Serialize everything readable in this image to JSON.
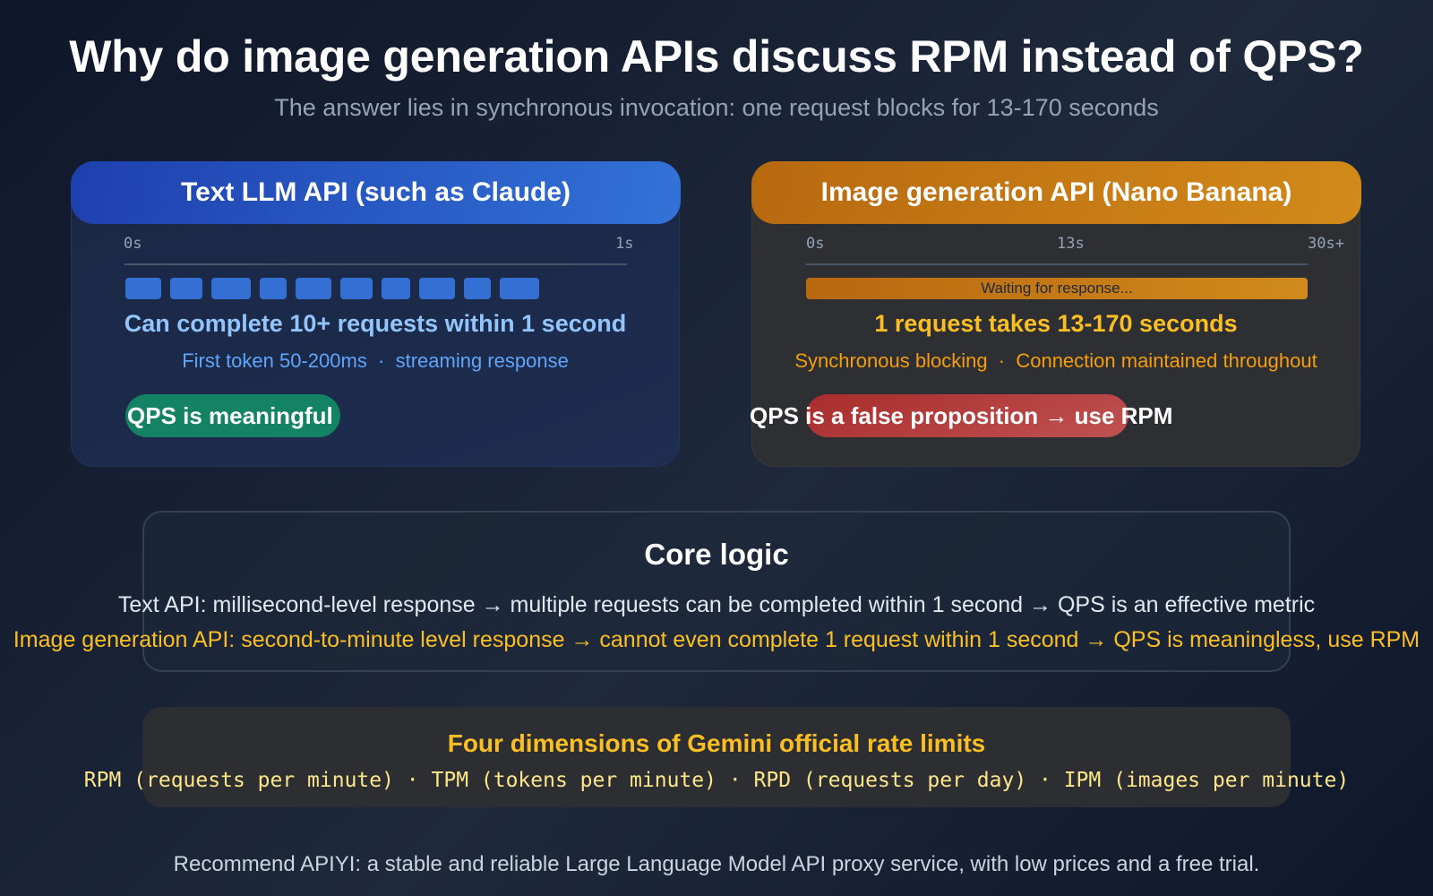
{
  "header": {
    "title": "Why do image generation APIs discuss RPM instead of QPS?",
    "subtitle": "The answer lies in synchronous invocation: one request blocks for 13-170 seconds"
  },
  "text_api": {
    "title": "Text LLM API (such as Claude)",
    "axis_ticks": [
      "0s",
      "1s"
    ],
    "request_blocks": 10,
    "stat": "Can complete 10+ requests within 1 second",
    "detail": "First token 50-200ms  ·  streaming response",
    "verdict": "QPS is meaningful",
    "colors": {
      "header": "#2a5bc4",
      "block": "#3470d3",
      "stat": "#93c5fd",
      "detail": "#60a5fa",
      "verdict_bg": "#138364"
    }
  },
  "image_api": {
    "title": "Image generation API (Nano Banana)",
    "axis_ticks": [
      "0s",
      "13s",
      "30s+"
    ],
    "wait_bar_label": "Waiting for response...",
    "stat": "1 request takes 13-170 seconds",
    "detail": "Synchronous blocking  ·  Connection maintained throughout",
    "verdict": "QPS is a false proposition → use RPM",
    "colors": {
      "header": "#c47a15",
      "wait_bar": "#c47a15",
      "stat": "#fbbf24",
      "detail": "#f59e0b",
      "verdict_bg": "#b33a3a"
    }
  },
  "core_logic": {
    "title": "Core logic",
    "text_line": "Text API: millisecond-level response → multiple requests can be completed within 1 second → QPS is an effective metric",
    "image_line": "Image generation API: second-to-minute level response → cannot even complete 1 request within 1 second → QPS is meaningless, use RPM"
  },
  "gemini_limits": {
    "title": "Four dimensions of Gemini official rate limits",
    "dimensions": "RPM (requests per minute) · TPM (tokens per minute) · RPD (requests per day) · IPM (images per minute)"
  },
  "footer": {
    "text": "Recommend APIYI: a stable and reliable Large Language Model API proxy service, with low prices and a free trial."
  }
}
